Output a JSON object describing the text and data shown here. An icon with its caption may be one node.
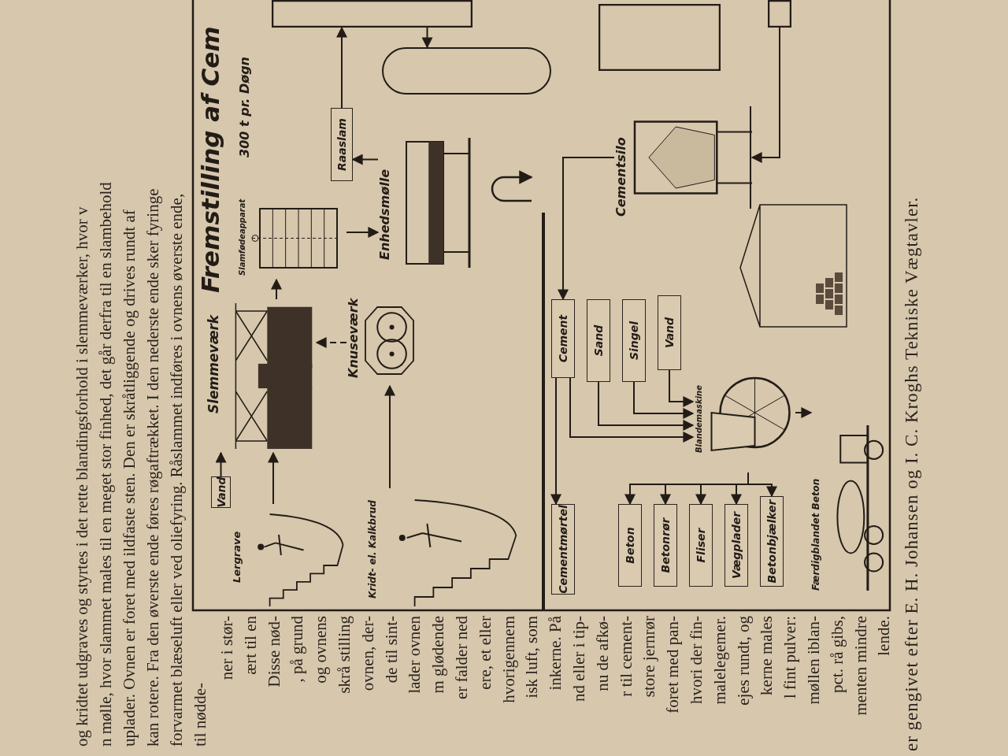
{
  "diagram": {
    "title": "Fremstilling af Cem",
    "caption": "er gengivet efter E. H. Johansen og I. C. Kroghs Tekniske Vægtavler.",
    "nodes": [
      {
        "text": [
          "Vand"
        ]
      },
      {
        "text": [
          "Slemmeværk"
        ]
      },
      {
        "text": [
          "Lergrave"
        ]
      },
      {
        "text": [
          "Kridt- el. Kalkbrud"
        ]
      },
      {
        "text": [
          "Knuseværk"
        ]
      },
      {
        "text": [
          "Slamfødeapparat"
        ]
      },
      {
        "text": [
          "Enhedsmølle"
        ]
      },
      {
        "text": [
          "Raaslam"
        ]
      },
      {
        "text": [],
        "shape": "box"
      },
      {
        "text": [],
        "shape": "cylinder"
      },
      {
        "text": [
          "Cementsilo"
        ]
      },
      {
        "text": [
          "Cement"
        ]
      },
      {
        "text": [
          "Sand"
        ]
      },
      {
        "text": [
          "Singel"
        ]
      },
      {
        "text": [
          "Vand"
        ]
      },
      {
        "text": [
          "Blandemaskine"
        ]
      },
      {
        "text": [
          "Cementmørtel"
        ]
      },
      {
        "text": [
          "Beton"
        ]
      },
      {
        "text": [
          "Betonrør"
        ]
      },
      {
        "text": [
          "Fliser"
        ]
      },
      {
        "text": [
          "Vægplader"
        ]
      },
      {
        "text": [
          "Betonbjælker"
        ]
      },
      {
        "text": [
          "Færdigblandet Beton"
        ]
      },
      {
        "text": [],
        "shape": "box"
      },
      {
        "text": [],
        "shape": "box"
      }
    ],
    "edges": [
      {
        "from": 0,
        "to": 1,
        "arrow": "to"
      },
      {
        "from": 2,
        "to": 1,
        "arrow": "to"
      },
      {
        "from": 3,
        "to": 4,
        "arrow": "to"
      },
      {
        "from": 4,
        "to": 1,
        "arrow": "to",
        "style": "dashed"
      },
      {
        "from": 1,
        "to": 5,
        "arrow": "to"
      },
      {
        "from": 5,
        "to": 6,
        "arrow": "to"
      },
      {
        "from": 6,
        "to": 7,
        "arrow": "to"
      },
      {
        "from": 7,
        "to": 8,
        "arrow": "to"
      },
      {
        "from": 8,
        "to": 9,
        "arrow": "to"
      },
      {
        "from": 24,
        "to": 10,
        "arrow": "to"
      },
      {
        "from": 10,
        "to": 11,
        "arrow": "to"
      },
      {
        "from": 11,
        "to": 15,
        "arrow": "to"
      },
      {
        "from": 12,
        "to": 15,
        "arrow": "to"
      },
      {
        "from": 13,
        "to": 15,
        "arrow": "to"
      },
      {
        "from": 14,
        "to": 15,
        "arrow": "to"
      },
      {
        "from": 11,
        "to": 16,
        "arrow": "to"
      },
      {
        "from": 15,
        "to": 17,
        "arrow": "to"
      },
      {
        "from": 15,
        "to": 18,
        "arrow": "to"
      },
      {
        "from": 15,
        "to": 19,
        "arrow": "to"
      },
      {
        "from": 15,
        "to": 20,
        "arrow": "to"
      },
      {
        "from": 15,
        "to": 21,
        "arrow": "to"
      },
      {
        "from": 15,
        "to": 22,
        "arrow": "to"
      }
    ],
    "labels": [
      "og kridtet udgraves og styrtes i det rette blandingsforhold i slemmeværker, hvor v",
      "n mølle, hvor slammet males til en meget stor finhed, det går derfra til en slambehold",
      "uplader. Ovnen er foret med ildfaste sten. Den er skråtliggende og drives rundt af",
      "kan rotere. Fra den øverste ende føres røgaftrækket. I den nederste ende sker fyringe",
      "forvarmet blæseluft eller ved oliefyring. Råslammet indføres i ovnens øverste ende,",
      "til nødde-",
      "ner i stør-",
      "ært til en",
      "Disse nød-",
      ", på grund",
      "og ovnens",
      "skrå stilling",
      "ovnen, der-",
      "de til sint-",
      "lader ovnen",
      "m glødende",
      "er falder ned",
      "ere, et eller",
      "hvorigennem",
      "isk luft, som",
      "inkerne. På",
      "nd eller i tip-",
      "nu de afkø-",
      "r til cement-",
      "store jernrør",
      "foret med pan-",
      "hvori der fin-",
      "malelegemer.",
      "ejes rundt, og",
      "kerne males",
      "l fint pulver:",
      "møllen iblan-",
      "pct. rå gibs,",
      "menten mindre",
      "lende.",
      "300 t pr. Døgn"
    ]
  }
}
